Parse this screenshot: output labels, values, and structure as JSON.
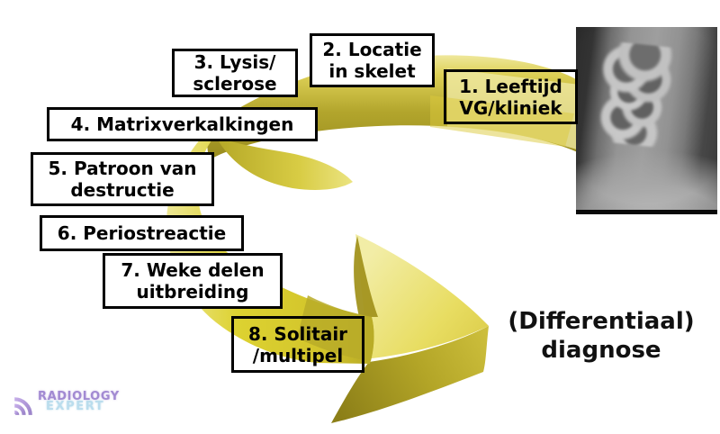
{
  "steps": [
    {
      "lines": [
        "1. Leeftijd",
        "VG/kliniek"
      ]
    },
    {
      "lines": [
        "2. Locatie",
        "in skelet"
      ]
    },
    {
      "lines": [
        "3. Lysis/",
        "sclerose"
      ]
    },
    {
      "lines": [
        "4. Matrixverkalkingen"
      ]
    },
    {
      "lines": [
        "5. Patroon van",
        "destructie"
      ]
    },
    {
      "lines": [
        "6. Periostreactie"
      ]
    },
    {
      "lines": [
        "7. Weke delen",
        "uitbreiding"
      ]
    },
    {
      "lines": [
        "8. Solitair",
        "/multipel"
      ]
    }
  ],
  "result": {
    "lines": [
      "(Differentiaal)",
      "diagnose"
    ]
  },
  "brand": {
    "top": "RADIOLOGY",
    "bottom": "EXPERT"
  },
  "icons": {
    "logo_icon": "signal-arcs-icon",
    "arrow": "curved-process-arrow",
    "xray": "bone-xray-image"
  },
  "colors": {
    "arrow_bright": "#ddd12f",
    "arrow_olive": "#96891e",
    "arrow_pale": "#f2eda8",
    "arrow_dark": "#8c7f18",
    "logo_purple": "#a28ad2",
    "logo_blue": "#badded"
  }
}
